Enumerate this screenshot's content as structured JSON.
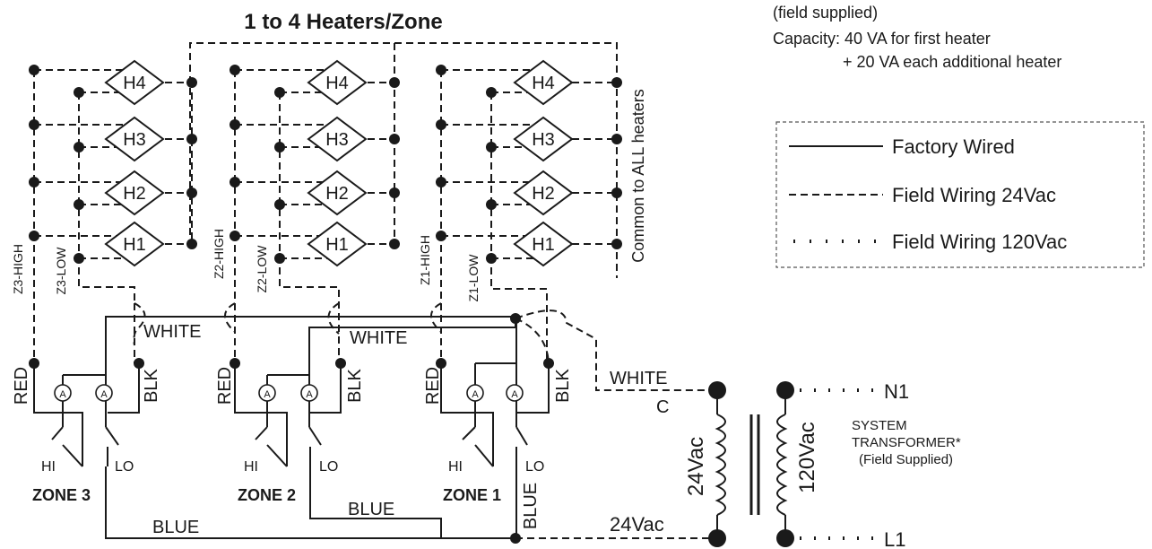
{
  "header": {
    "title": "1 to 4 Heaters/Zone",
    "note_line1": "(field supplied)",
    "note_line2": "Capacity: 40 VA for first heater",
    "note_line3": "+ 20 VA  each additional heater"
  },
  "legend": {
    "factory": "Factory Wired",
    "field24": "Field Wiring 24Vac",
    "field120": "Field Wiring 120Vac"
  },
  "heaters": {
    "h1": "H1",
    "h2": "H2",
    "h3": "H3",
    "h4": "H4"
  },
  "labels": {
    "common": "Common to ALL heaters",
    "white": "WHITE",
    "blue": "BLUE",
    "red": "RED",
    "blk": "BLK",
    "hi": "HI",
    "lo": "LO",
    "c": "C",
    "v24": "24Vac",
    "v120": "120Vac",
    "n1": "N1",
    "l1": "L1",
    "lamp": "A"
  },
  "zones": {
    "z1": {
      "name": "ZONE 1",
      "high": "Z1-HIGH",
      "low": "Z1-LOW"
    },
    "z2": {
      "name": "ZONE 2",
      "high": "Z2-HIGH",
      "low": "Z2-LOW"
    },
    "z3": {
      "name": "ZONE 3",
      "high": "Z3-HIGH",
      "low": "Z3-LOW"
    }
  },
  "transformer": {
    "line1": "SYSTEM",
    "line2": "TRANSFORMER*",
    "line3": "(Field Supplied)"
  }
}
